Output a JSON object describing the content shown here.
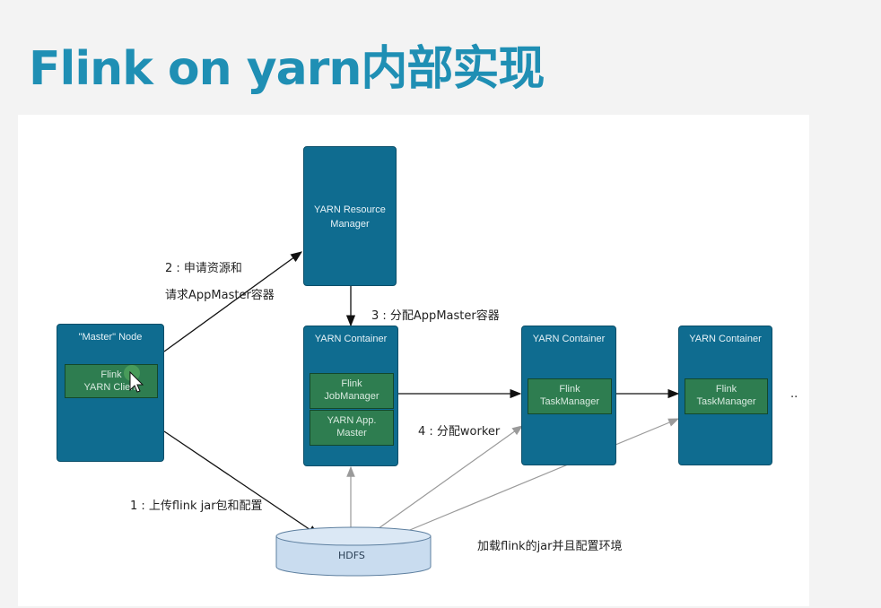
{
  "slide": {
    "title": "Flink on yarn内部实现"
  },
  "diagram": {
    "master_node": {
      "title": "\"Master\" Node",
      "client_label": "Flink\nYARN Client"
    },
    "resource_manager": {
      "label": "YARN Resource\nManager"
    },
    "container_main": {
      "title": "YARN Container",
      "jobmanager": "Flink\nJobManager",
      "appmaster": "YARN App.\nMaster"
    },
    "container_worker_1": {
      "title": "YARN Container",
      "taskmanager": "Flink\nTaskManager"
    },
    "container_worker_2": {
      "title": "YARN Container",
      "taskmanager": "Flink\nTaskManager"
    },
    "hdfs": {
      "label": "HDFS"
    },
    "ellipsis": "..",
    "steps": {
      "step2_line1": "2 : 申请资源和",
      "step2_line2": "请求AppMaster容器",
      "step3": "3 : 分配AppMaster容器",
      "step4": "4 : 分配worker",
      "step1": "1 : 上传flink jar包和配置",
      "load_note": "加载flink的jar并且配置环境"
    }
  }
}
